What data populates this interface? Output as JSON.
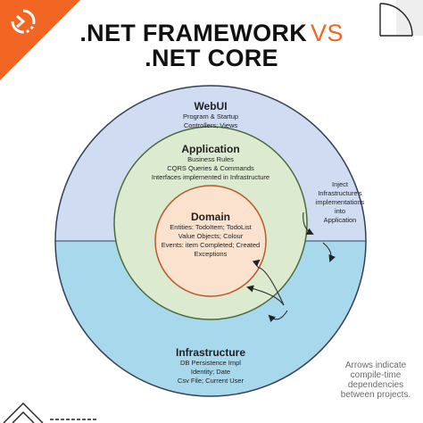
{
  "header": {
    "title_part1": ".NET FRAMEWORK",
    "title_vs": "VS",
    "title_line2": ".NET CORE"
  },
  "layers": {
    "webui": {
      "title": "WebUI",
      "lines": [
        "Program & Startup",
        "Controllers; Views"
      ]
    },
    "application": {
      "title": "Application",
      "lines": [
        "Business Rules",
        "CQRS Queries & Commands",
        "Interfaces implemented in Infrastructure"
      ]
    },
    "domain": {
      "title": "Domain",
      "lines": [
        "Entities: TodoItem; TodoList",
        "Value Objects; Colour",
        "Events: item Completed; Created",
        "Exceptions"
      ]
    },
    "infrastructure": {
      "title": "Infrastructure",
      "lines": [
        "DB Persistence Impl",
        "Identity; Date",
        "Csv File; Current User"
      ]
    }
  },
  "annotations": {
    "inject": [
      "Inject",
      "Infrastructure's",
      "implementations",
      "into",
      "Application"
    ],
    "legend": [
      "Arrows indicate",
      "compile-time",
      "dependencies",
      "between projects."
    ]
  },
  "colors": {
    "brand_orange": "#f26522",
    "webui_fill": "#cfdcf1",
    "infrastructure_fill": "#a8d8ec",
    "application_fill": "#dcebd0",
    "domain_fill": "#fbe2cf"
  }
}
